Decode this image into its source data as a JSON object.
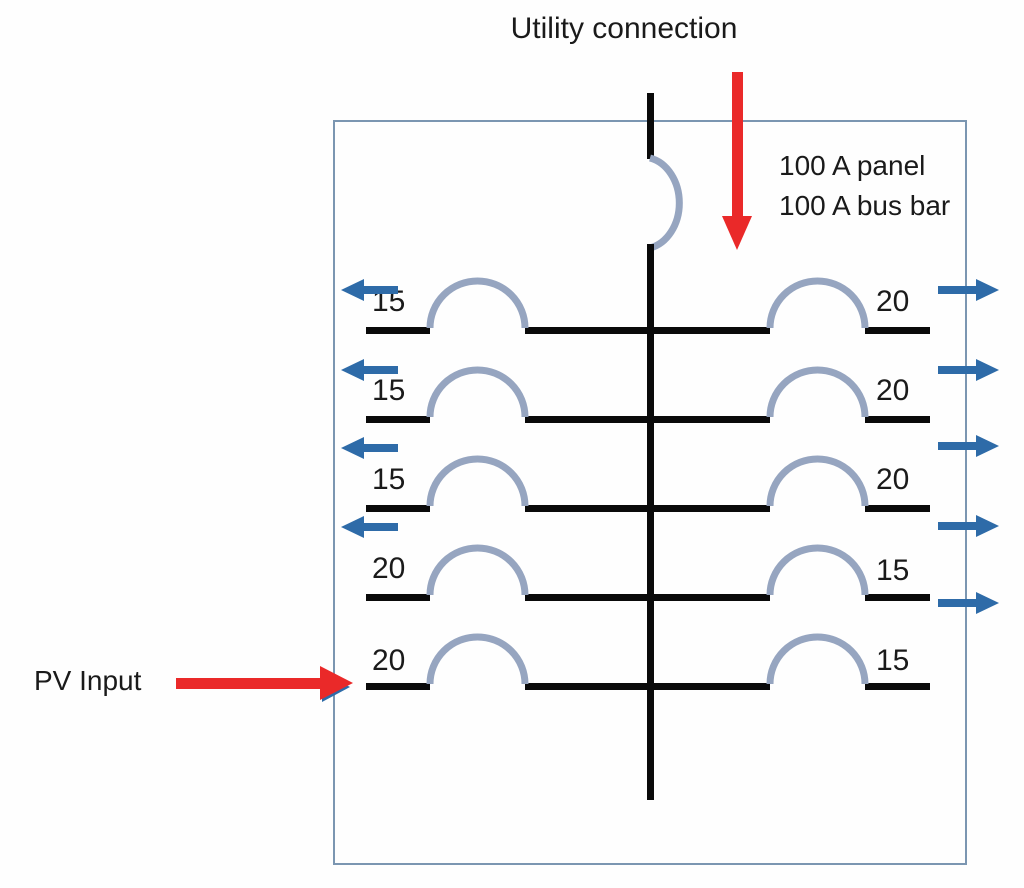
{
  "diagram": {
    "title": "Utility connection",
    "panel_rating": "100 A panel",
    "busbar_rating": "100 A bus bar",
    "pv_label": "PV Input",
    "branch_rows": [
      {
        "left_amps": "15",
        "right_amps": "20"
      },
      {
        "left_amps": "15",
        "right_amps": "20"
      },
      {
        "left_amps": "15",
        "right_amps": "20"
      },
      {
        "left_amps": "20",
        "right_amps": "15"
      },
      {
        "left_amps": "20",
        "right_amps": "15"
      }
    ],
    "colors": {
      "breaker_arc": "#96a5c0",
      "flow_arrow_blue": "#2e6ba8",
      "power_arrow_red": "#ea2929",
      "wire_black": "#0a0a0a",
      "panel_border": "#7b96b1"
    }
  }
}
